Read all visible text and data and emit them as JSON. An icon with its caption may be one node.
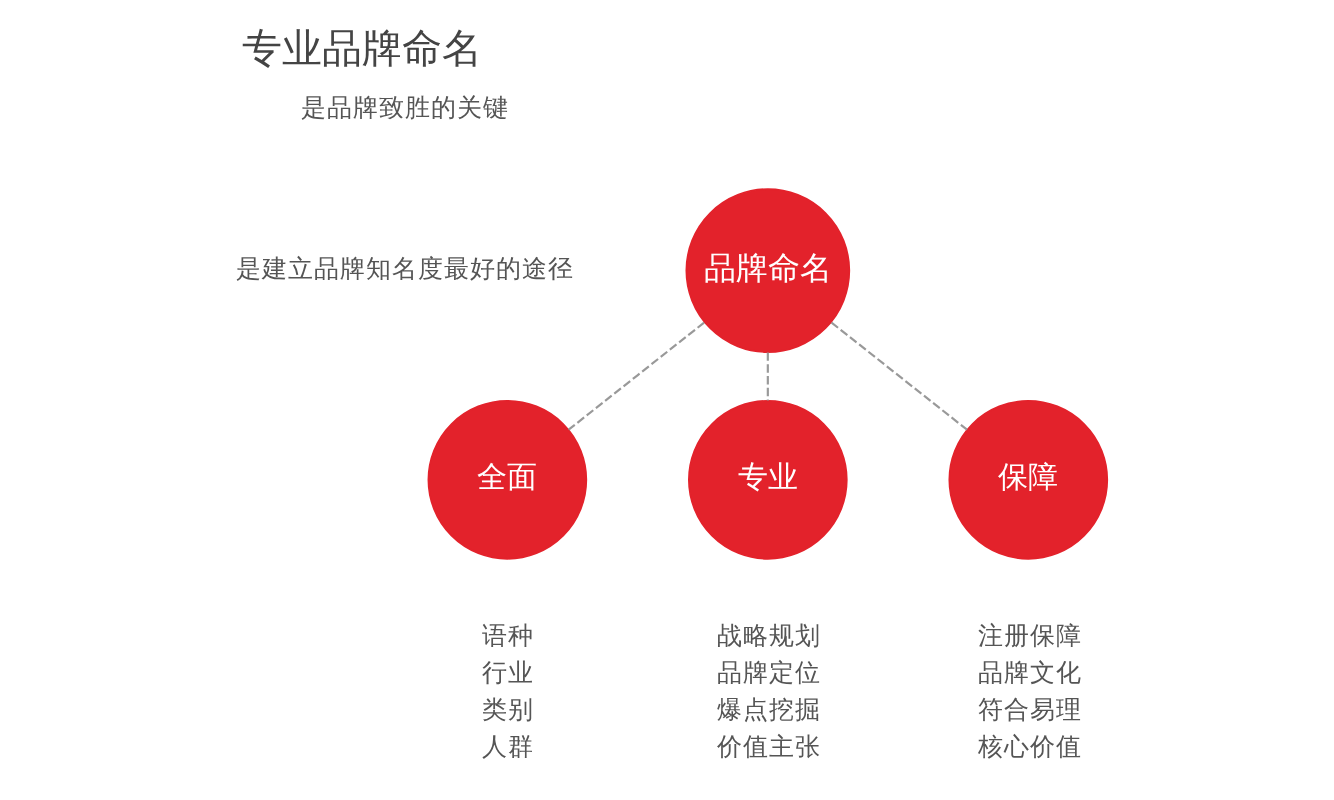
{
  "diagram": {
    "title": "专业品牌命名",
    "nodes": [
      {
        "text": [
          "品牌命名"
        ]
      },
      {
        "text": [
          "全面"
        ],
        "beside": [
          "语种",
          "行业",
          "类别",
          "人群"
        ]
      },
      {
        "text": [
          "专业"
        ],
        "beside": [
          "战略规划",
          "品牌定位",
          "爆点挖掘",
          "价值主张"
        ]
      },
      {
        "text": [
          "保障"
        ],
        "beside": [
          "注册保障",
          "品牌文化",
          "符合易理",
          "核心价值"
        ]
      }
    ],
    "edges": [
      {
        "from": 0,
        "to": 1,
        "arrow": "none",
        "style": "dashed"
      },
      {
        "from": 0,
        "to": 2,
        "arrow": "none",
        "style": "dashed"
      },
      {
        "from": 0,
        "to": 3,
        "arrow": "none",
        "style": "dashed"
      }
    ],
    "labels": [
      "是品牌致胜的关键",
      "是建立品牌知名度最好的途径"
    ]
  }
}
